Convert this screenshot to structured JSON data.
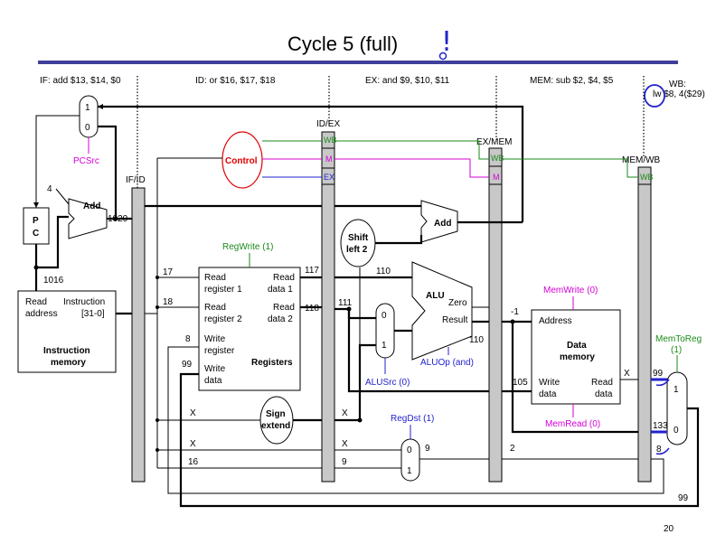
{
  "title": "Cycle 5 (full)",
  "title_mark": "!",
  "page_number": "20",
  "stages": {
    "if": "IF: add $13, $14, $0",
    "id": "ID: or $16, $17, $18",
    "ex": "EX: and $9, $10, $11",
    "mem": "MEM: sub $2, $4, $5",
    "wb_line1": "WB:",
    "wb_line2": "lw $8, 4($29)"
  },
  "pipeline_registers": {
    "ifid": "IF/ID",
    "idex": "ID/EX",
    "exmem": "EX/MEM",
    "memwb": "MEM/WB"
  },
  "ctrl_fields": {
    "wb": "WB",
    "m": "M",
    "ex": "EX"
  },
  "blocks": {
    "pc": "P\nC",
    "pc_p": "P",
    "pc_c": "C",
    "add": "Add",
    "control": "Control",
    "shift_l1": "Shift",
    "shift_l2": "left 2",
    "alu": "ALU",
    "alu_zero": "Zero",
    "alu_result": "Result",
    "sign_l1": "Sign",
    "sign_l2": "extend",
    "imem_read": "Read",
    "imem_address": "address",
    "imem_instruction": "Instruction",
    "imem_bits": "[31-0]",
    "imem_l1": "Instruction",
    "imem_l2": "memory",
    "reg_rr1a": "Read",
    "reg_rr1b": "register 1",
    "reg_rr2a": "Read",
    "reg_rr2b": "register 2",
    "reg_wra": "Write",
    "reg_wrb": "register",
    "reg_wda": "Write",
    "reg_wdb": "data",
    "reg_rd1a": "Read",
    "reg_rd1b": "data 1",
    "reg_rd2a": "Read",
    "reg_rd2b": "data 2",
    "reg_title": "Registers",
    "dmem_address": "Address",
    "dmem_l1": "Data",
    "dmem_l2": "memory",
    "dmem_wda": "Write",
    "dmem_wdb": "data",
    "dmem_rda": "Read",
    "dmem_rdb": "data",
    "mux_top": "1",
    "mux_bot": "0",
    "mux0": "0",
    "mux1": "1"
  },
  "control_signals": {
    "pcsrc": "PCSrc",
    "regwrite": "RegWrite (1)",
    "memwrite": "MemWrite (0)",
    "memread": "MemRead (0)",
    "memtoreg_l1": "MemToReg",
    "memtoreg_l2": "(1)",
    "alusrc": "ALUSrc (0)",
    "aluop": "ALUOp (and)",
    "regdst": "RegDst (1)"
  },
  "values": {
    "four": "4",
    "pc_plus4": "1020",
    "pc": "1016",
    "rs": "17",
    "rt": "18",
    "write_reg": "8",
    "write_data": "99",
    "rd1": "117",
    "rd2": "118",
    "idex_a": "110",
    "idex_b": "111",
    "alu_out": "110",
    "exmem_alu": "-1",
    "exmem_wdata": "105",
    "dmem_out": "X",
    "memwb_read": "99",
    "memwb_alu": "133",
    "memwb_dst": "8",
    "wb_final": "99",
    "imm_id": "X",
    "imm_ex": "X",
    "rt_id": "X",
    "rt_ex": "X",
    "rd_id": "16",
    "rd_ex": "9",
    "dst_ex": "9",
    "dst_mem": "2"
  }
}
